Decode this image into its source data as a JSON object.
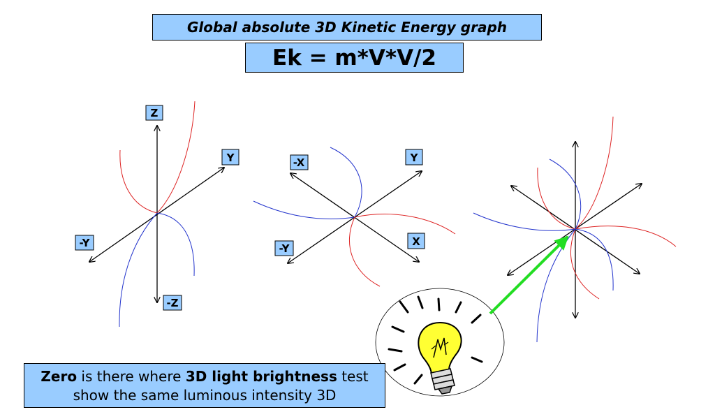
{
  "title": "Global absolute 3D Kinetic Energy graph",
  "formula": "Ek = m*V*V/2",
  "note": {
    "part1": "Zero",
    "part2": " is there where ",
    "part3": "3D light brightness",
    "part4": " test",
    "line2": "show the same luminous intensity 3D"
  },
  "diagram1": {
    "labels": {
      "z": "Z",
      "neg_z": "-Z",
      "y": "Y",
      "neg_y": "-Y"
    }
  },
  "diagram2": {
    "labels": {
      "neg_x": "-X",
      "y": "Y",
      "neg_y": "-Y",
      "x": "X"
    }
  },
  "colors": {
    "label_bg": "#99ccff",
    "red_curve": "#dd2222",
    "blue_curve": "#2233cc",
    "arrow_green": "#22dd22",
    "bulb_yellow": "#ffff33"
  },
  "icons": [
    "light-bulb-icon"
  ]
}
